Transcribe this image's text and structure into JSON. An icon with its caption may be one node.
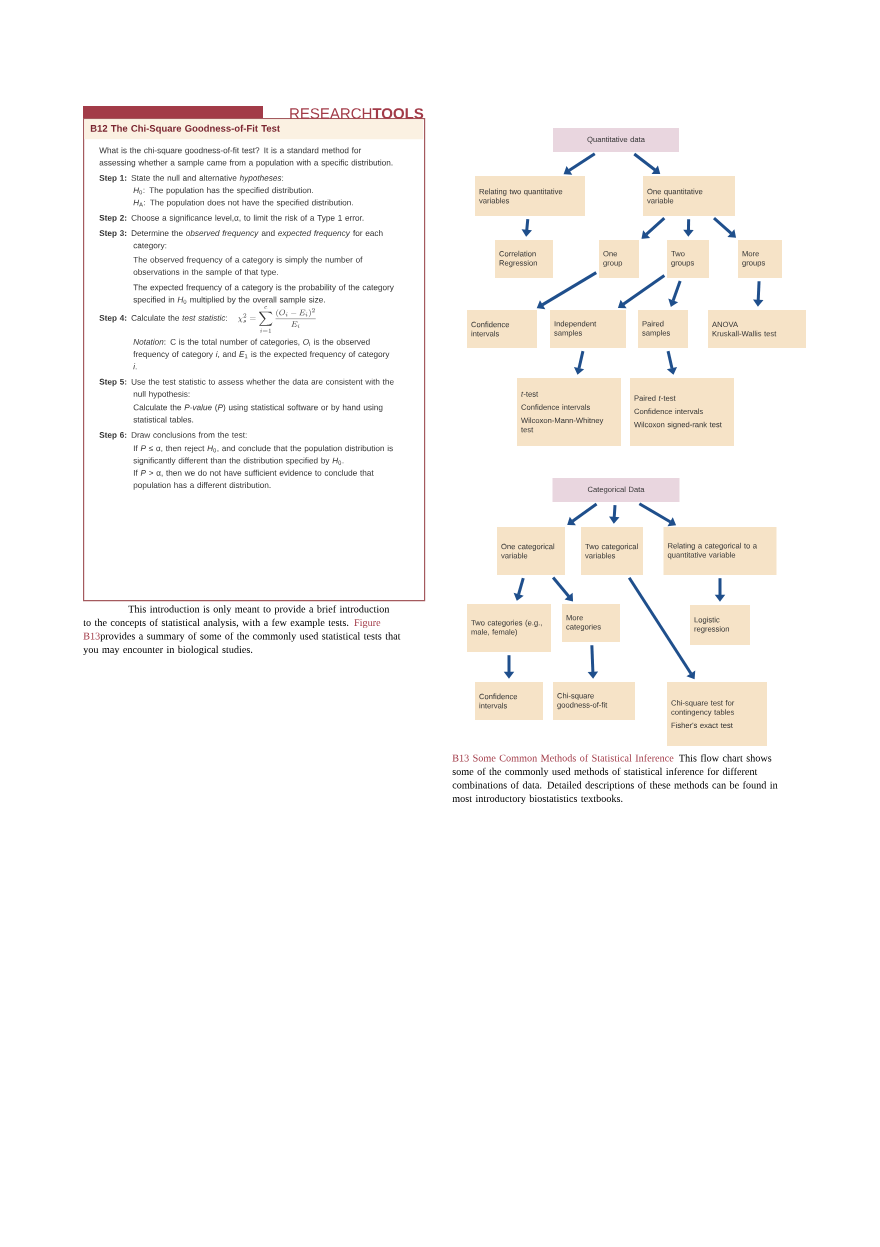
{
  "diagram": {
    "nodes": [
      {
        "text": [
          "RESEARCH**TOOLS**",
          "B12 The Chi-Square Goodness-of-Fit Test",
          "What is the chi-square goodness-of-fit test? It is a standard method for assessing whether a sample came from a population with a specific distribution.",
          "**Step 1:** State the null and alternative *hypotheses*:",
          "*H*$_{0}$: The population has the specified distribution.",
          "*H*$_{A}$: The population does not have the specified distribution.",
          "**Step 2:** Choose a significance level,α, to limit the risk of a Type 1 error.",
          "**Step 3:** Determine the *observed frequency* and *expected frequency* for each category:",
          "The observed frequency of a category is simply the number of observations in the sample of that type.",
          "The expected frequency of a category is the probability of the category specified in *H*$_{0}$ multiplied by the overall sample size.",
          "**Step 4:** Calculate the *test statistic*:",
          "\\chi_s^2=\\sum_{i=1}^{c}\\frac{(O_i-E_i)^2}{E_i}",
          "*Notation*: C is the total number of categories, *O*$_{i}$ is the observed frequency of category *i*, and *E*$_{1}$ is the expected frequency of category *i*.",
          "**Step 5:** Use the test statistic to assess whether the data are consistent with the null hypothesis:",
          "Calculate the *P-value* (*P*) using statistical software or by hand using statistical tables.",
          "**Step 6:** Draw conclusions from the test:",
          "If *P* ≤ α, then reject *H*$_{0}$, and conclude that the population distribution is significantly different than the distribution specified by *H*$_{0}$.",
          "If *P* > α, then we do not have sufficient evidence to conclude that population has a different distribution."
        ]
      },
      {
        "text": [
          "Quantitative data"
        ]
      },
      {
        "text": [
          "Relating two quantitative variables"
        ]
      },
      {
        "text": [
          "One quantitative variable"
        ]
      },
      {
        "text": [
          "Correlation",
          "Regression"
        ]
      },
      {
        "text": [
          "One group"
        ]
      },
      {
        "text": [
          "Two groups"
        ]
      },
      {
        "text": [
          "More groups"
        ]
      },
      {
        "text": [
          "Confidence intervals"
        ]
      },
      {
        "text": [
          "Independent samples"
        ]
      },
      {
        "text": [
          "Paired samples"
        ]
      },
      {
        "text": [
          "ANOVA",
          "Kruskall-Wallis test"
        ]
      },
      {
        "text": [
          "*t*-test",
          "Confidence intervals",
          "Wilcoxon-Mann-Whitney test"
        ]
      },
      {
        "text": [
          "Paired *t*-test",
          "Confidence intervals",
          "Wilcoxon signed-rank test"
        ]
      },
      {
        "text": [
          "Categorical Data"
        ]
      },
      {
        "text": [
          "One categorical variable"
        ]
      },
      {
        "text": [
          "Two categorical variables"
        ]
      },
      {
        "text": [
          "Relating a categorical to a quantitative variable"
        ]
      },
      {
        "text": [
          "Two categories (e.g., male, female)"
        ]
      },
      {
        "text": [
          "More categories"
        ]
      },
      {
        "text": [
          "Logistic regression"
        ]
      },
      {
        "text": [
          "Confidence intervals"
        ]
      },
      {
        "text": [
          "Chi-square goodness-of-fit"
        ]
      },
      {
        "text": [
          "Chi-square test for contingency tables",
          "Fisher's exact test"
        ]
      }
    ],
    "edges": [
      {
        "from": 1,
        "to": 2,
        "arrow": "to"
      },
      {
        "from": 1,
        "to": 3,
        "arrow": "to"
      },
      {
        "from": 2,
        "to": 4,
        "arrow": "to"
      },
      {
        "from": 3,
        "to": 5,
        "arrow": "to"
      },
      {
        "from": 3,
        "to": 6,
        "arrow": "to"
      },
      {
        "from": 3,
        "to": 7,
        "arrow": "to"
      },
      {
        "from": 5,
        "to": 8,
        "arrow": "to"
      },
      {
        "from": 6,
        "to": 9,
        "arrow": "to"
      },
      {
        "from": 6,
        "to": 10,
        "arrow": "to"
      },
      {
        "from": 7,
        "to": 11,
        "arrow": "to"
      },
      {
        "from": 9,
        "to": 12,
        "arrow": "to"
      },
      {
        "from": 10,
        "to": 13,
        "arrow": "to"
      },
      {
        "from": 14,
        "to": 15,
        "arrow": "to"
      },
      {
        "from": 14,
        "to": 16,
        "arrow": "to"
      },
      {
        "from": 14,
        "to": 17,
        "arrow": "to"
      },
      {
        "from": 15,
        "to": 18,
        "arrow": "to"
      },
      {
        "from": 15,
        "to": 19,
        "arrow": "to"
      },
      {
        "from": 17,
        "to": 20,
        "arrow": "to"
      },
      {
        "from": 18,
        "to": 21,
        "arrow": "to"
      },
      {
        "from": 19,
        "to": 22,
        "arrow": "to"
      },
      {
        "from": 16,
        "to": 23,
        "arrow": "to"
      }
    ],
    "labels": [
      "This introduction is only meant to provide a brief introduction to the concepts of statistical analysis, with a few example tests.",
      "Figure B13",
      "provides a summary of some of the commonly used statistical tests that you may encounter in biological studies.",
      "B13 Some Common Methods of Statistical Inference",
      "This flow chart shows some of the commonly used methods of statistical inference for different combinations of data. Detailed descriptions of these methods can be found in most introductory biostatistics textbooks."
    ]
  }
}
